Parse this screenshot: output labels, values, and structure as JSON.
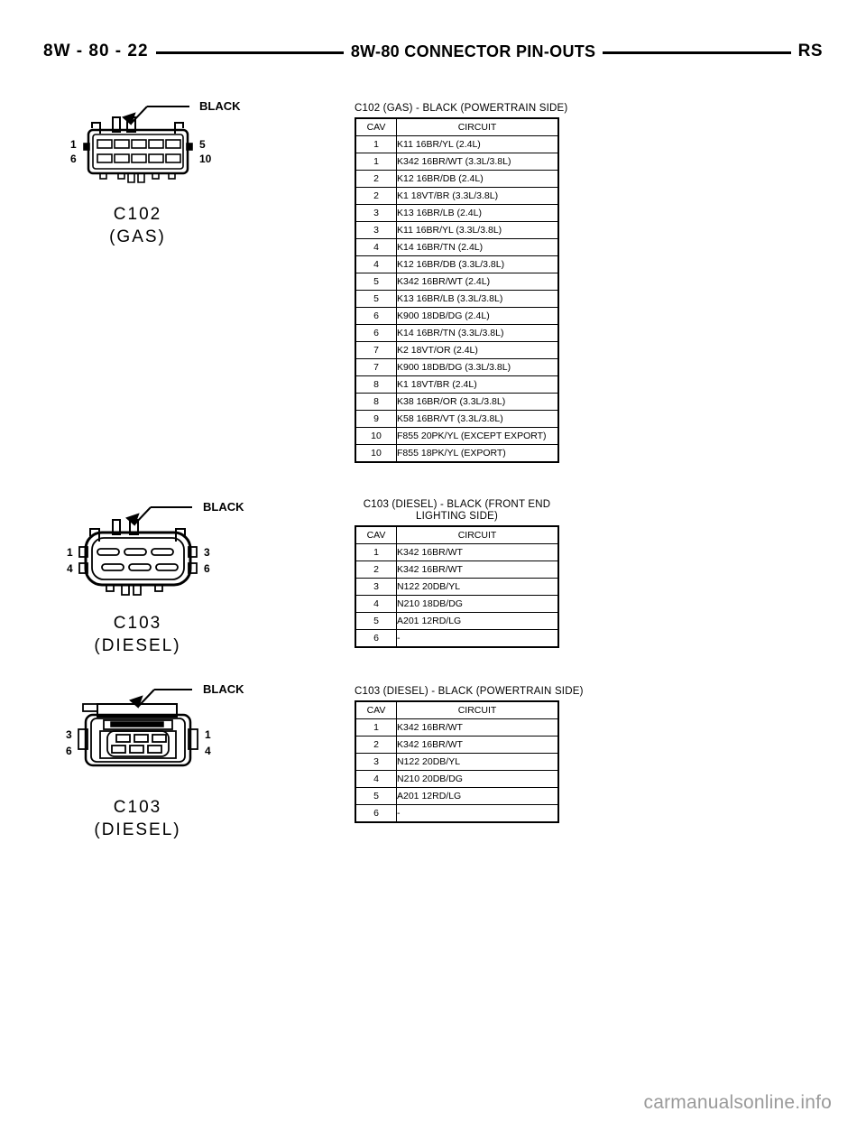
{
  "header": {
    "left": "8W - 80 - 22",
    "center": "8W-80  CONNECTOR PIN-OUTS",
    "right": "RS"
  },
  "diagrams": [
    {
      "id": "c102-gas",
      "callout": "BLACK",
      "name": "C102",
      "variant": "(GAS)",
      "pins_left_top": "1",
      "pins_left_bottom": "6",
      "pins_right_top": "5",
      "pins_right_bottom": "10",
      "cavity_count": 10
    },
    {
      "id": "c103-diesel-front",
      "callout": "BLACK",
      "name": "C103",
      "variant": "(DIESEL)",
      "pins_left_top": "1",
      "pins_left_bottom": "4",
      "pins_right_top": "3",
      "pins_right_bottom": "6",
      "cavity_count": 6
    },
    {
      "id": "c103-diesel-powertrain",
      "callout": "BLACK",
      "name": "C103",
      "variant": "(DIESEL)",
      "pins_left_top": "3",
      "pins_left_bottom": "6",
      "pins_right_top": "1",
      "pins_right_bottom": "4",
      "cavity_count": 6
    }
  ],
  "tables": [
    {
      "id": "c102-gas-powertrain",
      "caption": "C102 (GAS) - BLACK (POWERTRAIN SIDE)",
      "columns": [
        "CAV",
        "CIRCUIT"
      ],
      "rows": [
        [
          "1",
          "K11  16BR/YL  (2.4L)"
        ],
        [
          "1",
          "K342  16BR/WT  (3.3L/3.8L)"
        ],
        [
          "2",
          "K12  16BR/DB  (2.4L)"
        ],
        [
          "2",
          "K1  18VT/BR  (3.3L/3.8L)"
        ],
        [
          "3",
          "K13  16BR/LB  (2.4L)"
        ],
        [
          "3",
          "K11  16BR/YL  (3.3L/3.8L)"
        ],
        [
          "4",
          "K14  16BR/TN  (2.4L)"
        ],
        [
          "4",
          "K12  16BR/DB  (3.3L/3.8L)"
        ],
        [
          "5",
          "K342  16BR/WT  (2.4L)"
        ],
        [
          "5",
          "K13  16BR/LB  (3.3L/3.8L)"
        ],
        [
          "6",
          "K900  18DB/DG  (2.4L)"
        ],
        [
          "6",
          "K14  16BR/TN  (3.3L/3.8L)"
        ],
        [
          "7",
          "K2  18VT/OR  (2.4L)"
        ],
        [
          "7",
          "K900  18DB/DG  (3.3L/3.8L)"
        ],
        [
          "8",
          "K1  18VT/BR  (2.4L)"
        ],
        [
          "8",
          "K38  16BR/OR  (3.3L/3.8L)"
        ],
        [
          "9",
          "K58  16BR/VT  (3.3L/3.8L)"
        ],
        [
          "10",
          "F855  20PK/YL  (EXCEPT  EXPORT)"
        ],
        [
          "10",
          "F855  18PK/YL  (EXPORT)"
        ]
      ]
    },
    {
      "id": "c103-diesel-front-end-lighting",
      "caption": "C103 (DIESEL) - BLACK (FRONT END LIGHTING SIDE)",
      "columns": [
        "CAV",
        "CIRCUIT"
      ],
      "rows": [
        [
          "1",
          "K342  16BR/WT"
        ],
        [
          "2",
          "K342  16BR/WT"
        ],
        [
          "3",
          "N122  20DB/YL"
        ],
        [
          "4",
          "N210  18DB/DG"
        ],
        [
          "5",
          "A201  12RD/LG"
        ],
        [
          "6",
          "-"
        ]
      ]
    },
    {
      "id": "c103-diesel-powertrain",
      "caption": "C103 (DIESEL) - BLACK (POWERTRAIN SIDE)",
      "columns": [
        "CAV",
        "CIRCUIT"
      ],
      "rows": [
        [
          "1",
          "K342  16BR/WT"
        ],
        [
          "2",
          "K342  16BR/WT"
        ],
        [
          "3",
          "N122  20DB/YL"
        ],
        [
          "4",
          "N210  20DB/DG"
        ],
        [
          "5",
          "A201  12RD/LG"
        ],
        [
          "6",
          "-"
        ]
      ]
    }
  ],
  "watermark": "carmanualsonline.info"
}
